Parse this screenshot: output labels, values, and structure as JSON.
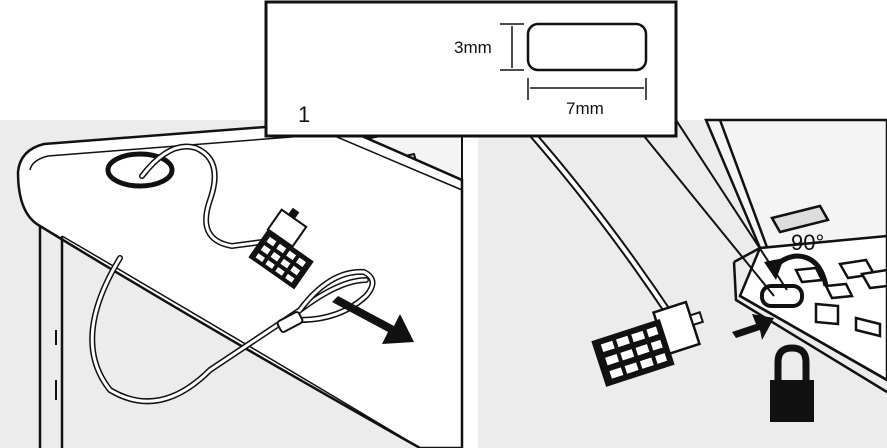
{
  "inset": {
    "step_number": "1",
    "slot_height": "3mm",
    "slot_width": "7mm"
  },
  "rotation_label": "90°",
  "icons": {
    "lock": "padlock-icon",
    "insert_arrow": "arrow-right-icon",
    "pull_arrow": "arrow-down-right-icon",
    "rotate_arrow": "rotate-arrow-icon"
  },
  "colors": {
    "panel_background": "#ececec",
    "line": "#111111",
    "white": "#ffffff"
  }
}
